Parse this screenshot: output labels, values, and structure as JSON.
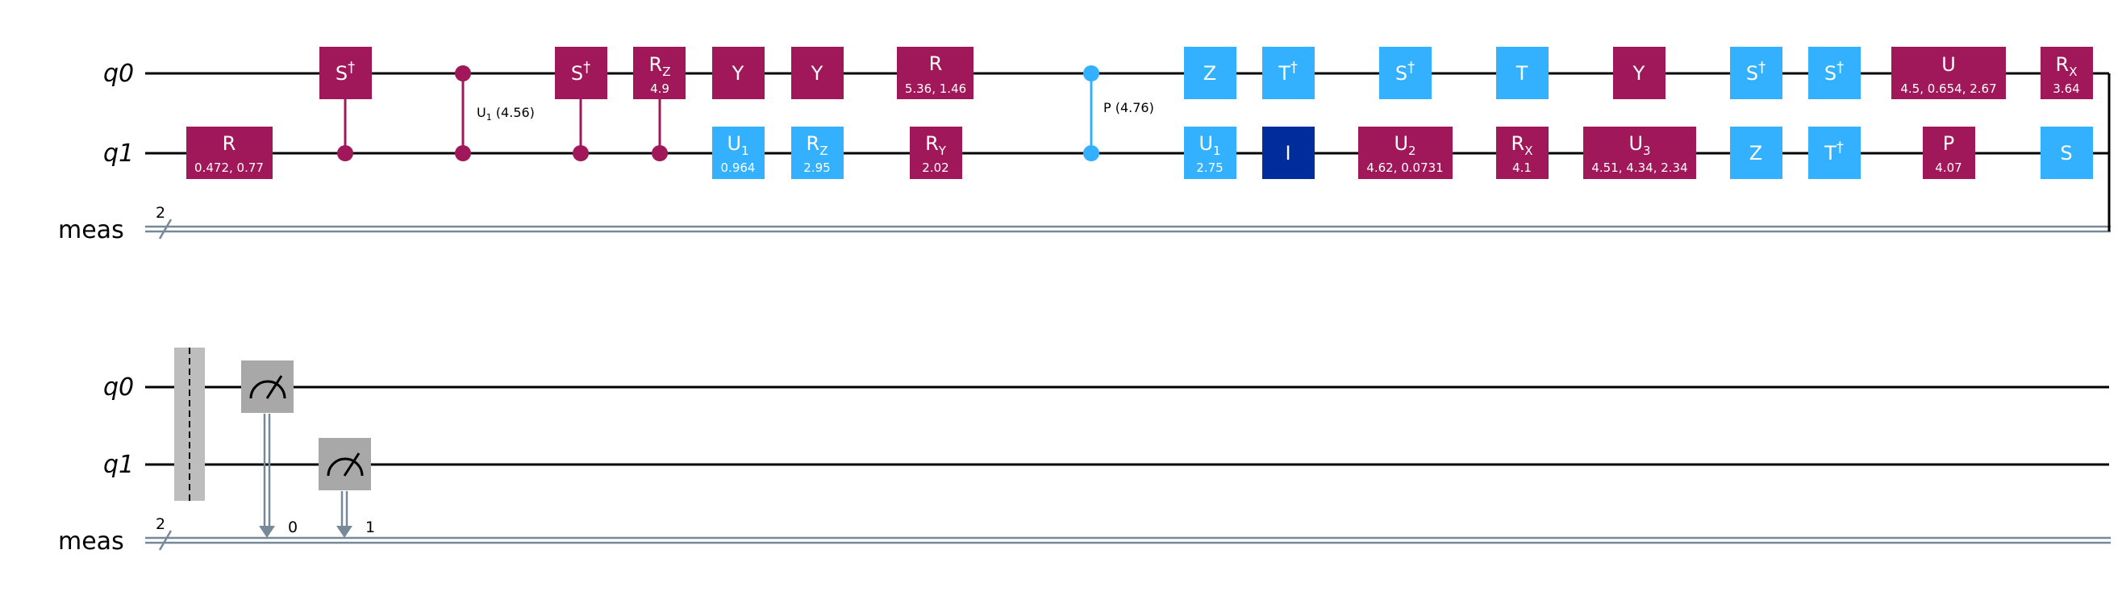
{
  "colors": {
    "gate_magenta": "#A0185A",
    "gate_blue": "#33B1FF",
    "gate_identity": "#002D9C",
    "measure_gray": "#A8A8A8",
    "barrier_gray": "#BDBDBD",
    "classical_wire": "#778899",
    "quantum_wire": "#000000"
  },
  "registers": {
    "q0": "q0",
    "q1": "q1",
    "meas": "meas",
    "meas_width": "2"
  },
  "row1": {
    "gates": [
      {
        "id": "r-q1",
        "qubit": "q1",
        "label": "R",
        "param": "0.472, 0.77",
        "color": "magenta"
      },
      {
        "id": "sdg-q0-a",
        "qubit": "q0",
        "label": "S†",
        "param": "",
        "color": "magenta",
        "control": "q1"
      },
      {
        "id": "u1-cu",
        "qubit": "",
        "label": "U1 (4.56)",
        "param": "",
        "color": "magenta",
        "control": "q0",
        "target": "q1",
        "symmetric": true
      },
      {
        "id": "sdg-q0-b",
        "qubit": "q0",
        "label": "S†",
        "param": "",
        "color": "magenta",
        "control": "q1"
      },
      {
        "id": "rz-q0-a",
        "qubit": "q0",
        "label": "RZ",
        "param": "4.9",
        "color": "magenta",
        "control": "q1"
      },
      {
        "id": "y-q0-a",
        "qubit": "q0",
        "label": "Y",
        "param": "",
        "color": "magenta"
      },
      {
        "id": "u1-q1-a",
        "qubit": "q1",
        "label": "U1",
        "param": "0.964",
        "color": "blue"
      },
      {
        "id": "y-q0-b",
        "qubit": "q0",
        "label": "Y",
        "param": "",
        "color": "magenta"
      },
      {
        "id": "rz-q1",
        "qubit": "q1",
        "label": "RZ",
        "param": "2.95",
        "color": "blue"
      },
      {
        "id": "r-q0",
        "qubit": "q0",
        "label": "R",
        "param": "5.36, 1.46",
        "color": "magenta"
      },
      {
        "id": "ry-q1",
        "qubit": "q1",
        "label": "RY",
        "param": "2.02",
        "color": "magenta"
      },
      {
        "id": "cp",
        "qubit": "",
        "label": "P (4.76)",
        "param": "",
        "color": "blue",
        "symmetric": true
      },
      {
        "id": "z-q0-a",
        "qubit": "q0",
        "label": "Z",
        "param": "",
        "color": "blue"
      },
      {
        "id": "u1-q1-b",
        "qubit": "q1",
        "label": "U1",
        "param": "2.75",
        "color": "blue"
      },
      {
        "id": "tdg-q0",
        "qubit": "q0",
        "label": "T†",
        "param": "",
        "color": "blue"
      },
      {
        "id": "id-q1",
        "qubit": "q1",
        "label": "I",
        "param": "",
        "color": "identity"
      },
      {
        "id": "sdg-q0-c",
        "qubit": "q0",
        "label": "S†",
        "param": "",
        "color": "blue"
      },
      {
        "id": "u2-q1",
        "qubit": "q1",
        "label": "U2",
        "param": "4.62, 0.0731",
        "color": "magenta"
      },
      {
        "id": "t-q0",
        "qubit": "q0",
        "label": "T",
        "param": "",
        "color": "blue"
      },
      {
        "id": "rx-q1",
        "qubit": "q1",
        "label": "RX",
        "param": "4.1",
        "color": "magenta"
      },
      {
        "id": "y-q0-c",
        "qubit": "q0",
        "label": "Y",
        "param": "",
        "color": "magenta"
      },
      {
        "id": "u3-q1",
        "qubit": "q1",
        "label": "U3",
        "param": "4.51, 4.34, 2.34",
        "color": "magenta"
      },
      {
        "id": "sdg-q0-d",
        "qubit": "q0",
        "label": "S†",
        "param": "",
        "color": "blue"
      },
      {
        "id": "z-q1",
        "qubit": "q1",
        "label": "Z",
        "param": "",
        "color": "blue"
      },
      {
        "id": "sdg-q0-e",
        "qubit": "q0",
        "label": "S†",
        "param": "",
        "color": "blue"
      },
      {
        "id": "tdg-q1",
        "qubit": "q1",
        "label": "T†",
        "param": "",
        "color": "blue"
      },
      {
        "id": "u-q0",
        "qubit": "q0",
        "label": "U",
        "param": "4.5, 0.654, 2.67",
        "color": "magenta"
      },
      {
        "id": "p-q1",
        "qubit": "q1",
        "label": "P",
        "param": "4.07",
        "color": "magenta"
      },
      {
        "id": "rx-q0",
        "qubit": "q0",
        "label": "RX",
        "param": "3.64",
        "color": "magenta"
      },
      {
        "id": "s-q1",
        "qubit": "q1",
        "label": "S",
        "param": "",
        "color": "blue"
      }
    ]
  },
  "row2": {
    "measurements": [
      {
        "qubit": "q0",
        "bit": "0"
      },
      {
        "qubit": "q1",
        "bit": "1"
      }
    ]
  }
}
